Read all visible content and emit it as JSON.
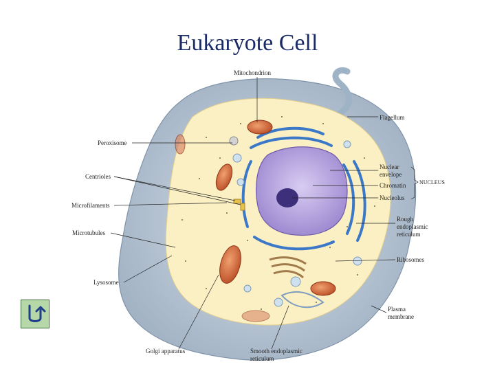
{
  "title": "Eukaryote Cell",
  "labels": {
    "mitochondrion": "Mitochondrion",
    "flagellum": "Flagellum",
    "peroxisome": "Peroxisome",
    "centrioles": "Centrioles",
    "microfilaments": "Microfilaments",
    "microtubules": "Microtubules",
    "lysosome": "Lysosome",
    "golgi": "Golgi apparatus",
    "smooth_er_1": "Smooth endoplasmic",
    "smooth_er_2": "reticulum",
    "nuclear_env_1": "Nuclear",
    "nuclear_env_2": "envelope",
    "chromatin": "Chromatin",
    "nucleolus": "Nucleolus",
    "nucleus": "NUCLEUS",
    "rough_er_1": "Rough",
    "rough_er_2": "endoplasmic",
    "rough_er_3": "reticulum",
    "ribosomes": "Ribosomes",
    "plasma_1": "Plasma",
    "plasma_2": "membrane"
  },
  "icons": {
    "return": "return-arrow-icon"
  },
  "colors": {
    "title": "#1a2a66",
    "cell_outer": "#b9c7d6",
    "cytoplasm": "#fbf0c4",
    "nucleus": "#b9a9e0",
    "er": "#3c78c8",
    "mitochondria": "#d8683a",
    "button": "#b6d7a8"
  }
}
